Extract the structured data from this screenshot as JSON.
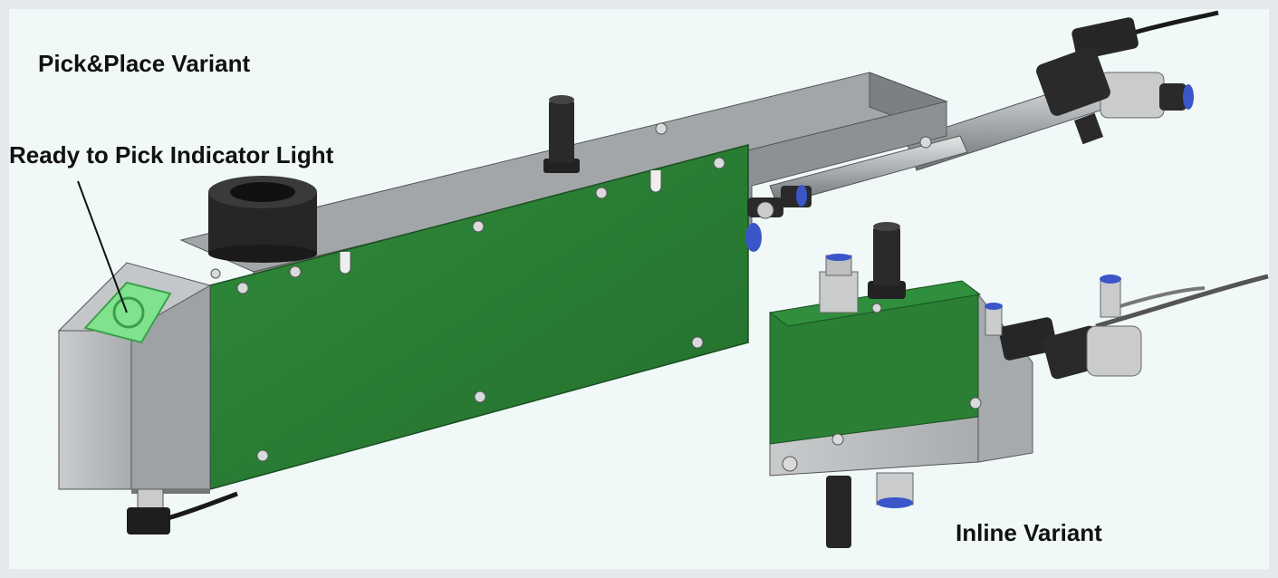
{
  "labels": {
    "pick_place": "Pick&Place Variant",
    "indicator": "Ready to Pick Indicator Light",
    "inline": "Inline Variant"
  },
  "colors": {
    "background": "#f0f8f8",
    "frame": "#e6e9ec",
    "green_panel": "#2a7f35",
    "aluminium": "#b9bcbe",
    "black_fitting": "#1e1e1e",
    "indicator_light": "#7fe38e",
    "push_ring": "#3a56c9"
  },
  "illustrations": [
    "pick-place-ejector-module",
    "inline-ejector-module"
  ]
}
